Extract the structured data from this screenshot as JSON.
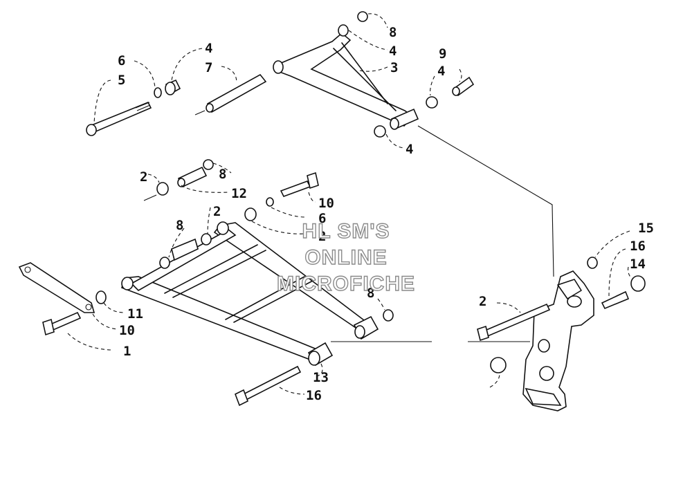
{
  "callouts": [
    "8",
    "4",
    "3",
    "9",
    "4",
    "4",
    "6",
    "5",
    "4",
    "7",
    "2",
    "8",
    "12",
    "10",
    "8",
    "2",
    "6",
    "2",
    "8",
    "15",
    "16",
    "14",
    "2",
    "11",
    "10",
    "1",
    "13",
    "16"
  ],
  "watermark": [
    "HL SM'S",
    "ONLINE",
    "MICROFICHE"
  ]
}
